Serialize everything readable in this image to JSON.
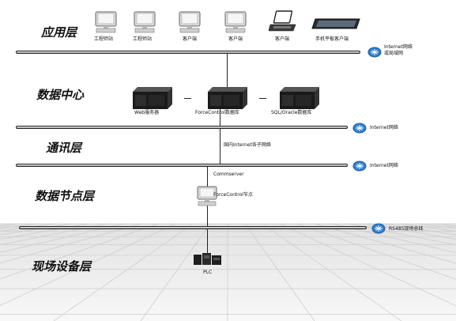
{
  "layers": {
    "application": "应用层",
    "datacenter": "数据中心",
    "communication": "通讯层",
    "datanode": "数据节点层",
    "field": "现场设备层"
  },
  "application_nodes": [
    {
      "label": "工程师站",
      "icon": "desktop-computer-icon"
    },
    {
      "label": "工程师站",
      "icon": "desktop-computer-icon"
    },
    {
      "label": "客户端",
      "icon": "desktop-computer-icon"
    },
    {
      "label": "客户端",
      "icon": "desktop-computer-icon"
    },
    {
      "label": "客户端",
      "icon": "laptop-icon"
    },
    {
      "label": "手机平板客户端",
      "icon": "tablet-icon"
    }
  ],
  "servers": [
    {
      "label": "Web服务器",
      "icon": "server-rack-icon"
    },
    {
      "label": "ForceControl数据库",
      "icon": "server-rack-icon"
    },
    {
      "label": "SQL/Oracle数据库",
      "icon": "server-rack-icon"
    }
  ],
  "networks": {
    "app_bus": "Internet网络\n或局域网",
    "datacenter_bus": "Internet网络",
    "comm_bus": "Internet网络",
    "field_bus": "RS485现场总线",
    "comm_link": "国内Internet各子网络",
    "commserver": "Commserver"
  },
  "datanode": {
    "label": "ForceControl节点",
    "icon": "desktop-computer-icon"
  },
  "field_device": {
    "label": "PLC",
    "icon": "plc-icon"
  },
  "colors": {
    "bus_border": "#222222",
    "hub_blue": "#2f7fd0",
    "floor": "#e9e9e9"
  }
}
